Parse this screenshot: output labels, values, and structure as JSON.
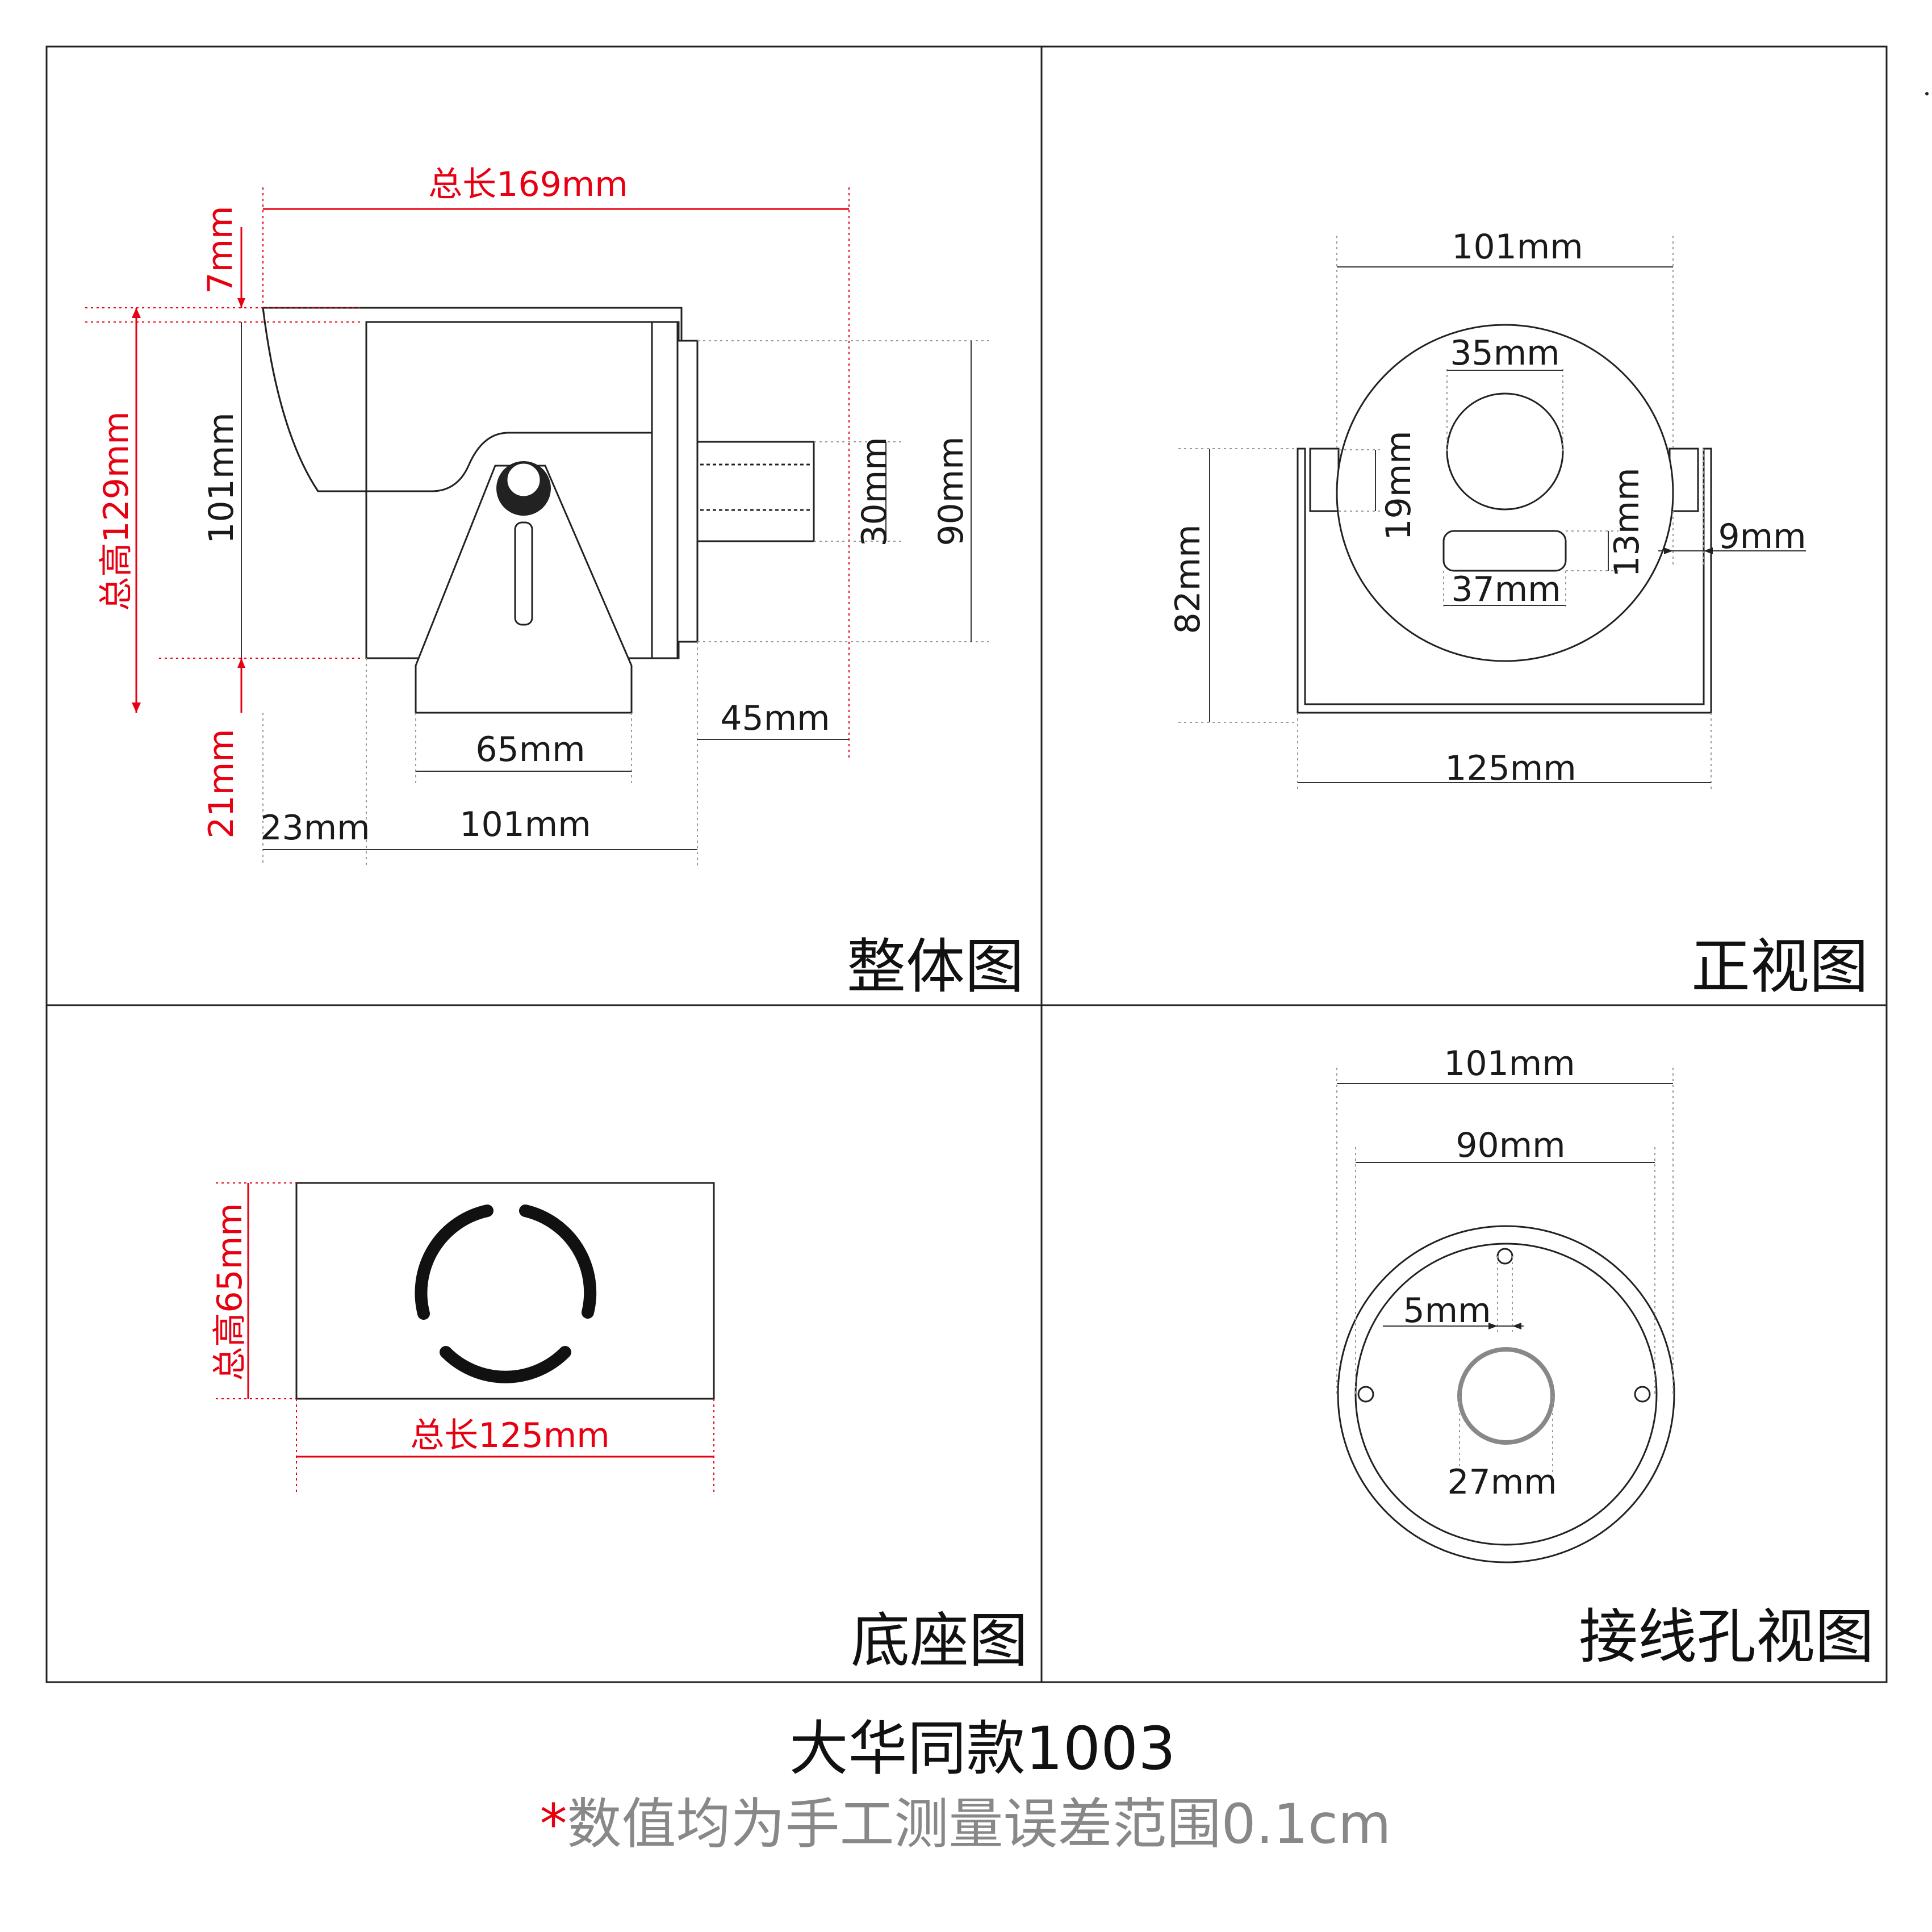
{
  "colors": {
    "accent_red": "#e60012",
    "line": "#222222",
    "note_gray": "#888888"
  },
  "panels": {
    "overall": {
      "title": "整体图",
      "total_length": "总长169mm",
      "total_height": "总高129mm",
      "top_gap": "7mm",
      "body_height": "101mm",
      "bottom_gap": "21mm",
      "cable_height": "30mm",
      "rear_height": "90mm",
      "base_width": "65mm",
      "rear_depth": "45mm",
      "front_offset": "23mm",
      "body_length": "101mm"
    },
    "front": {
      "title": "正视图",
      "diameter": "101mm",
      "lens_diameter": "35mm",
      "slot_height": "19mm",
      "window_width": "37mm",
      "window_height": "13mm",
      "side_gap": "9mm",
      "bracket_height": "82mm",
      "bracket_width": "125mm"
    },
    "base": {
      "title": "底座图",
      "total_height": "总高65mm",
      "total_length": "总长125mm"
    },
    "wiring": {
      "title": "接线孔视图",
      "outer_diameter": "101mm",
      "inner_diameter": "90mm",
      "hole_spacing": "5mm",
      "center_hole": "27mm"
    }
  },
  "footer": {
    "title": "大华同款1003",
    "asterisk": "*",
    "note": "数值均为手工测量误差范围0.1cm"
  }
}
